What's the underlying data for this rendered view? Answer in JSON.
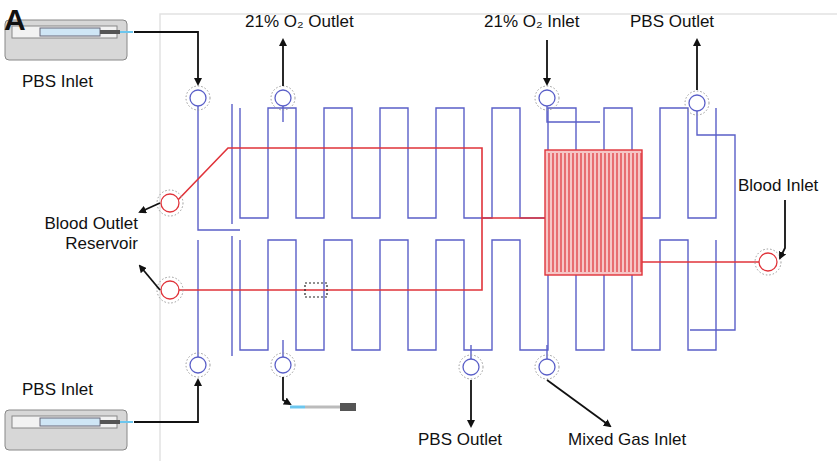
{
  "diagram": {
    "labels": [
      "A",
      "PBS Inlet",
      "21% O₂ Outlet",
      "21% O₂ Inlet",
      "PBS Outlet",
      "Blood Inlet",
      "Blood Outlet Reservoir",
      "PBS Inlet",
      "PBS Outlet",
      "Mixed Gas Inlet"
    ]
  }
}
